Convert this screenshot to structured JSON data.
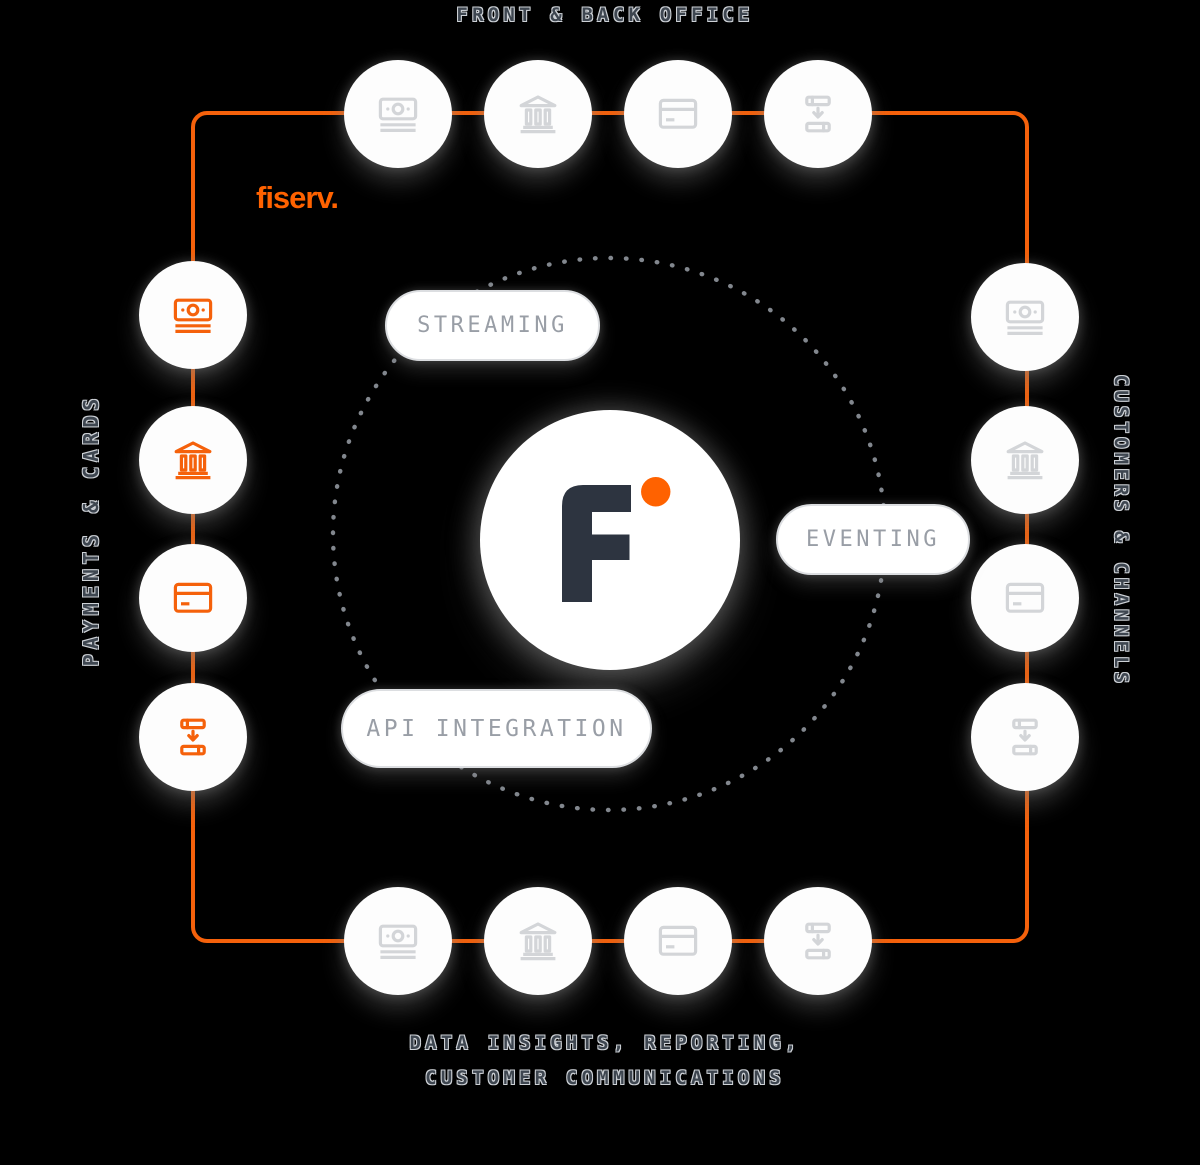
{
  "colors": {
    "background": "#000000",
    "accent_orange": "#F5610B",
    "logo_orange": "#FF6200",
    "hub_letter_navy": "#2D3440",
    "icon_gray": "#D3D5D8",
    "edge_label_fill": "#3E4650",
    "edge_label_outline": "#CDD1D6",
    "pill_text": "#999EA6",
    "dotted_ring": "#82878E"
  },
  "brand": {
    "wordmark": "fiserv.",
    "hub_letter": "F"
  },
  "edge_groups": {
    "front_back_office": {
      "label": "FRONT & BACK OFFICE",
      "icons": [
        "money-icon",
        "bank-icon",
        "credit-card-icon",
        "data-flow-icon"
      ],
      "accent": "gray"
    },
    "payments_cards": {
      "label": "PAYMENTS & CARDS",
      "icons": [
        "money-icon",
        "bank-icon",
        "credit-card-icon",
        "data-flow-icon"
      ],
      "accent": "orange"
    },
    "customers_channels": {
      "label": "CUSTOMERS & CHANNELS",
      "icons": [
        "money-icon",
        "bank-icon",
        "credit-card-icon",
        "data-flow-icon"
      ],
      "accent": "gray"
    },
    "data_insights": {
      "label_line1": "DATA INSIGHTS, REPORTING,",
      "label_line2": "CUSTOMER COMMUNICATIONS",
      "icons": [
        "money-icon",
        "bank-icon",
        "credit-card-icon",
        "data-flow-icon"
      ],
      "accent": "gray"
    }
  },
  "capabilities": {
    "streaming": "STREAMING",
    "eventing": "EVENTING",
    "api_integration": "API INTEGRATION"
  }
}
